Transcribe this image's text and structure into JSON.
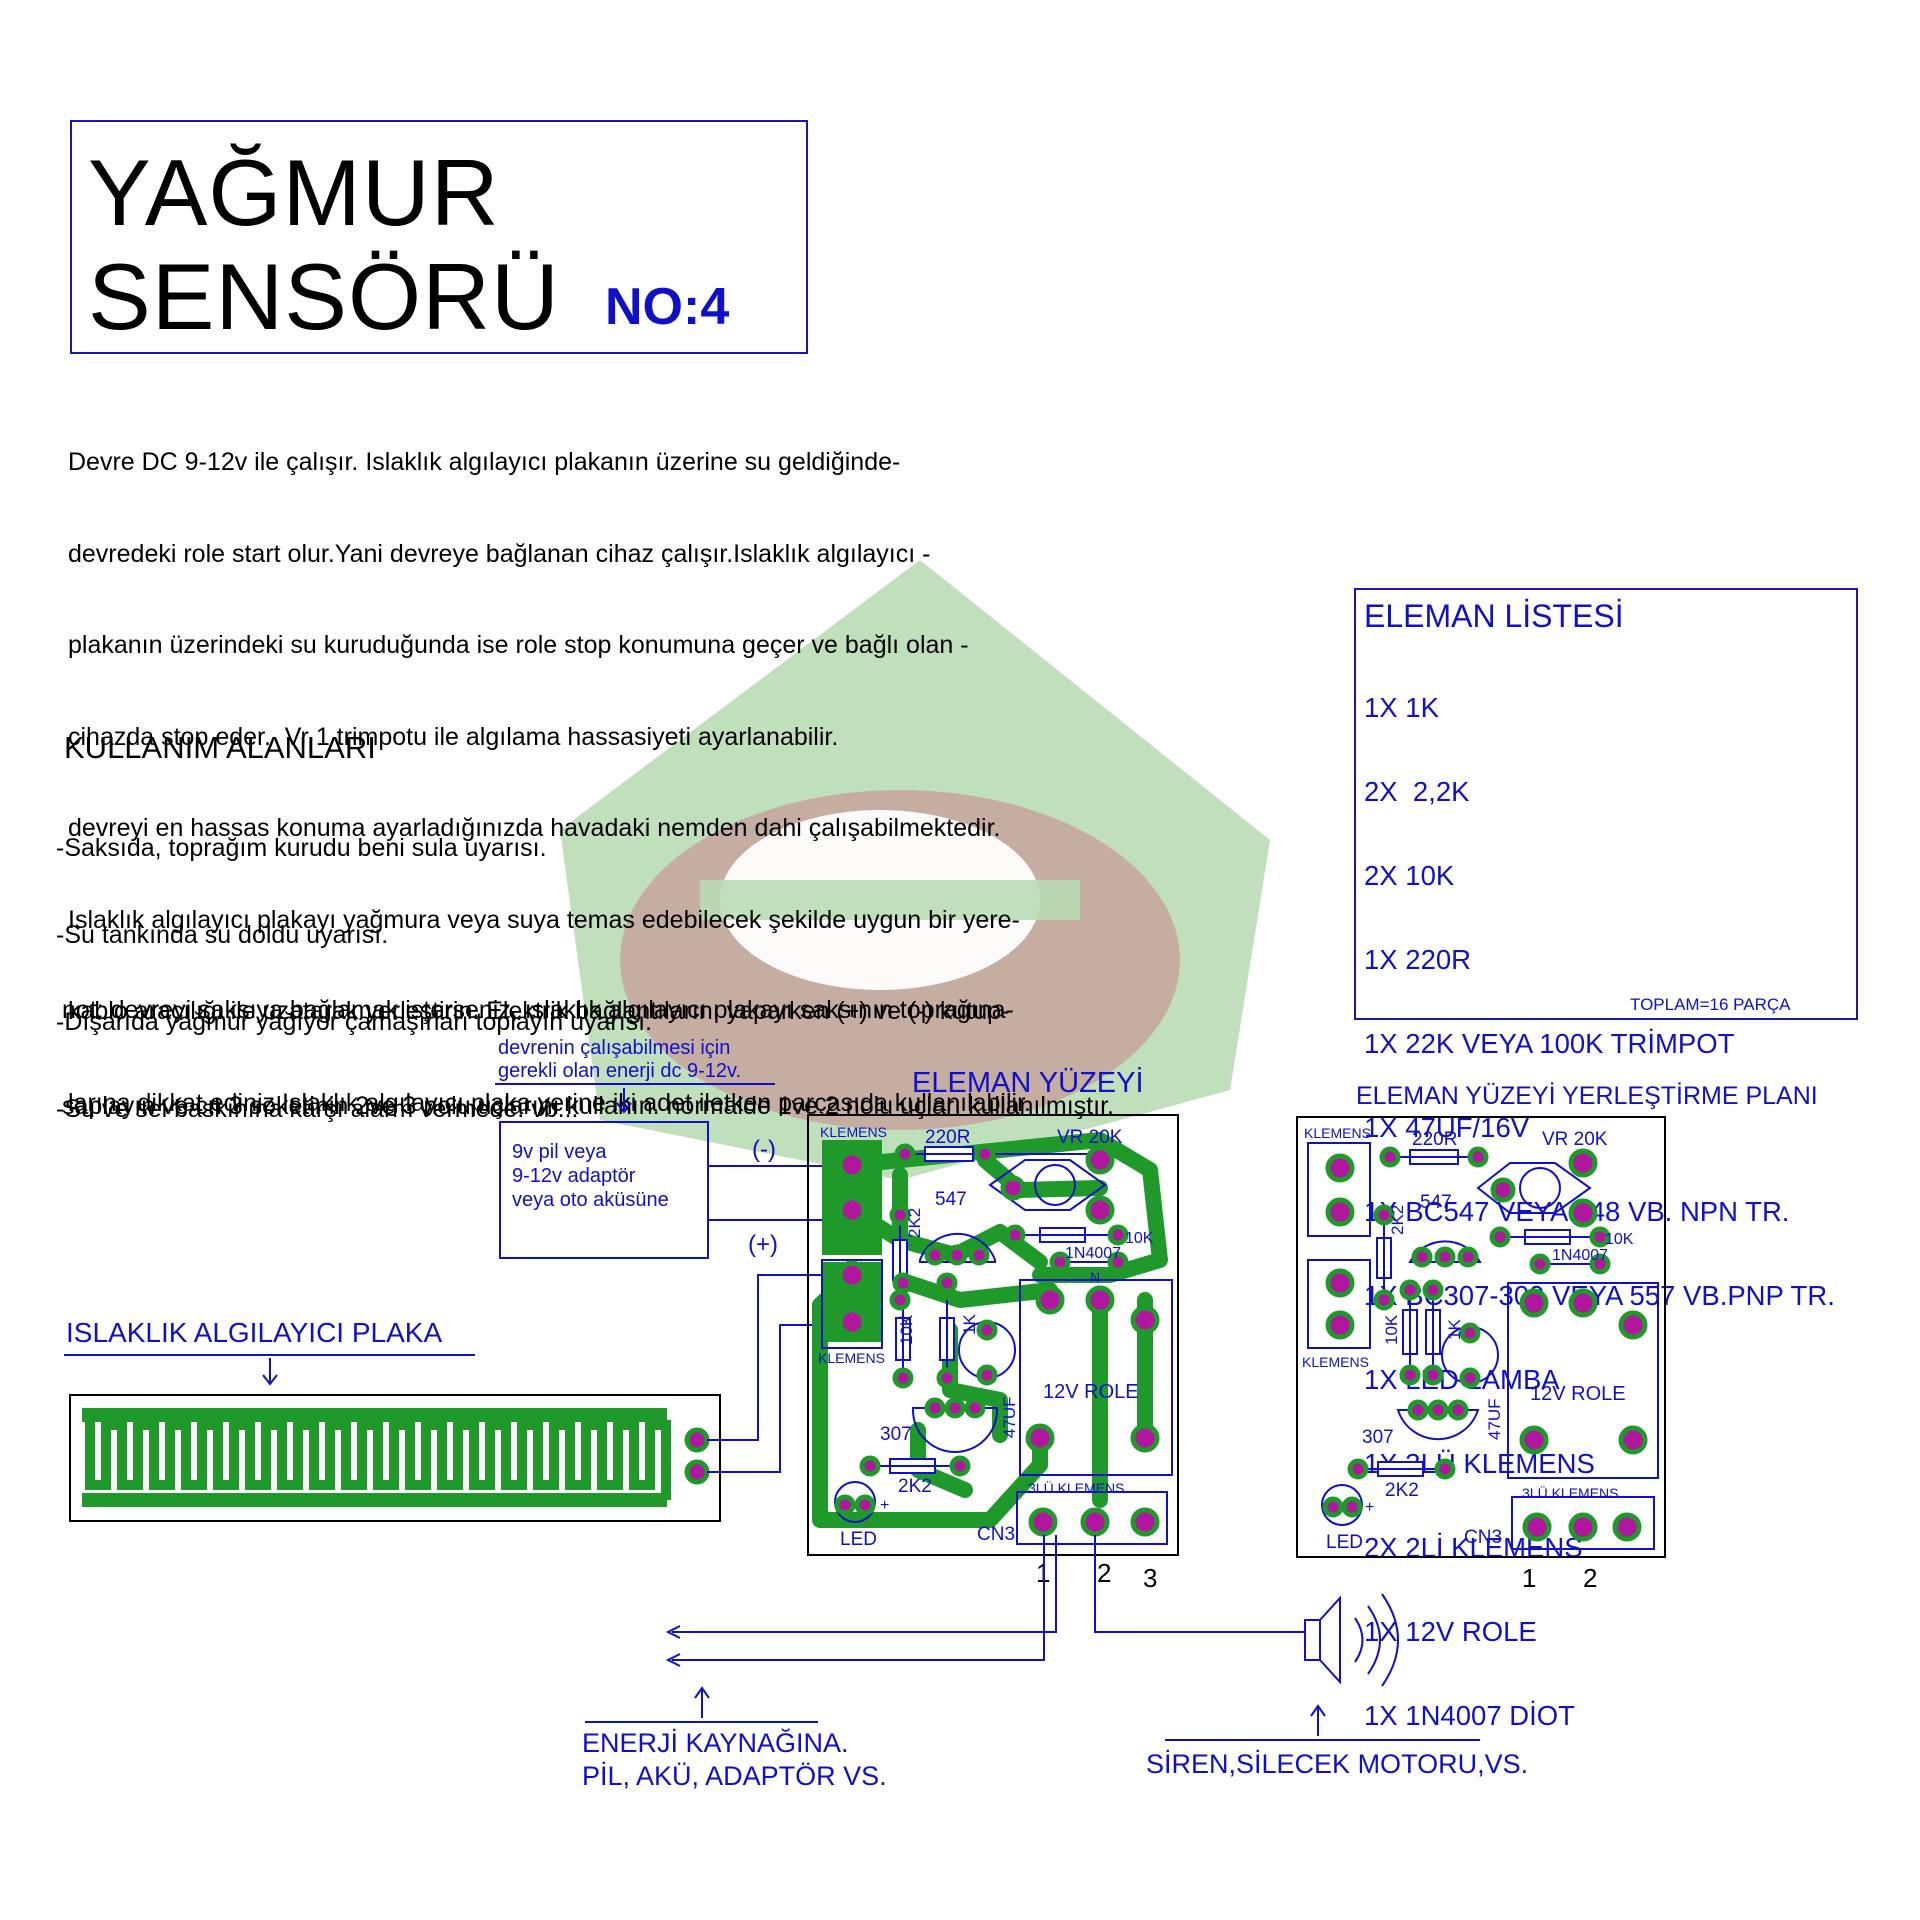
{
  "title": {
    "line1": "YAĞMUR",
    "line2": "SENSÖRÜ",
    "number": "NO:4"
  },
  "description": [
    "Devre DC 9-12v ile çalışır. Islaklık algılayıcı plakanın üzerine su geldiğinde-",
    "devredeki role start olur.Yani devreye bağlanan cihaz çalışır.Islaklık algılayıcı -",
    "plakanın üzerindeki su kuruduğunda ise role stop konumuna geçer ve bağlı olan -",
    "cihazda stop eder.  Vr 1 trimpotu ile algılama hassasiyeti ayarlanabilir.",
    "devreyi en hassas konuma ayarladığınızda havadaki nemden dahi çalışabilmektedir.",
    "Islaklık algılayıcı plakayı yağmura veya suya temas edebilecek şekilde uygun bir yere-",
    "kablo aracılığı ile uzatarak yerleştirin. Elektrik bağlantılarını yaparken (+) ve (-) kutup-",
    "larına dikkat ediniz.Islaklık algılayıcı plaka yerine iki adet iletken parçasıda kullanılabilir."
  ],
  "usage": {
    "title": "KULLANIM ALANLARI",
    "items": [
      "-Saksıda, toprağım kurudu beni sula uyarısı.",
      "-Su tankında su doldu uyarısı.",
      "-Dışarıda yağmur yağıyor çamaşırları toplayın uyarısı.",
      "-Su ve sel baskınına karşı alarm vermede. vb..."
    ]
  },
  "note": [
    "not: devreyi saksıya bağlamak isterseniz, ıslaklık algılayıcı plakayı saksının toprağına-",
    "saplayın ve cn 3 soketinin 2ve 3 nolu uçlarını kullanın. normalde 1ve 2 nolu uçları kullanılmıştır."
  ],
  "parts_list": {
    "title": "ELEMAN LİSTESİ",
    "items": [
      "1X 1K",
      "2X  2,2K",
      "2X 10K",
      "1X 220R",
      "1X 22K VEYA 100K TRİMPOT",
      "1X 47UF/16V",
      "1X BC547 VEYA 548 VB. NPN TR.",
      "1X BC307-309 VEYA 557 VB.PNP TR.",
      "1X LED LAMBA",
      "1X 3LÜ KLEMENS",
      "2X 2Lİ KLEMENS",
      "1X 12V ROLE",
      "1X 1N4007 DİOT"
    ],
    "total": "TOPLAM=16 PARÇA"
  },
  "power": {
    "note_line1": "devrenin çalışabilmesi için",
    "note_line2": "gerekli olan enerji dc 9-12v.",
    "box_line1": "9v pil veya",
    "box_line2": "9-12v adaptör",
    "box_line3": "veya oto aküsüne",
    "minus": "(-)",
    "plus": "(+)"
  },
  "sensor_label": "ISLAKLIK ALGILAYICI PLAKA",
  "board_title": "ELEMAN YÜZEYİ",
  "layout_title": "ELEMAN YÜZEYİ YERLEŞTİRME PLANI",
  "pcb_labels": {
    "klemens": "KLEMENS",
    "r220": "220R",
    "vr": "VR 20K",
    "r2k2": "2K2",
    "t547": "547",
    "r10k": "10K",
    "d1n4007": "1N4007",
    "r1k": "1K",
    "relay": "12V ROLE",
    "c47": "47UF",
    "t307": "307",
    "klemens3": "3LÜ KLEMENS",
    "led": "LED",
    "cn3": "CN3",
    "plus": "+",
    "n": "N"
  },
  "terminal_numbers": {
    "one": "1",
    "two": "2",
    "three": "3"
  },
  "energy_label_line1": "ENERJİ KAYNAĞINA.",
  "energy_label_line2": "PİL, AKÜ, ADAPTÖR VS.",
  "siren_label": "SİREN,SİLECEK MOTORU,VS.",
  "colors": {
    "blue": "#1010c8",
    "trace_green": "#1f9a2a",
    "pad_magenta": "#b0169e",
    "watermark_green": "#b9dcb4",
    "watermark_brown": "#c7a59d"
  }
}
